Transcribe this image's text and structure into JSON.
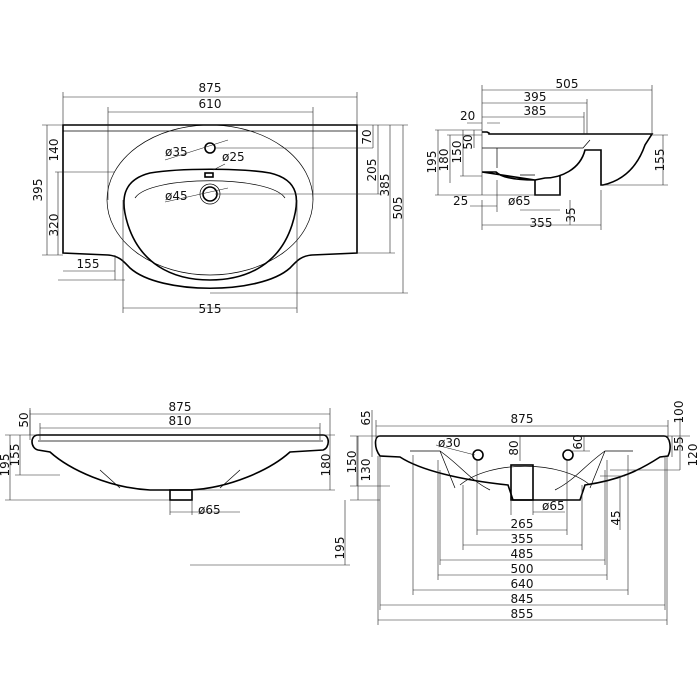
{
  "top_view": {
    "overall_width": "875",
    "bowl_width": "610",
    "bottom_width": "515",
    "side_offset": "155",
    "depth_back": "140",
    "depth_total_flat": "395",
    "depth_front": "320",
    "tap_offset": "70",
    "overflow_offset": "205",
    "depth_385": "385",
    "depth_505": "505",
    "tap_hole": "ø35",
    "overflow_hole": "ø25",
    "drain_hole": "ø45"
  },
  "side_view": {
    "d505": "505",
    "d395": "395",
    "d385": "385",
    "d20": "20",
    "d50": "50",
    "d195": "195",
    "d180": "180",
    "d150": "150",
    "d155": "155",
    "d25": "25",
    "drain": "ø65",
    "d35": "35",
    "d355": "355"
  },
  "front_view": {
    "d875": "875",
    "d810": "810",
    "d50": "50",
    "d195": "195",
    "d155": "155",
    "d180": "180",
    "drain": "ø65",
    "d195_low": "195"
  },
  "bottom_view": {
    "d875": "875",
    "d65": "65",
    "d100": "100",
    "d30": "ø30",
    "d80": "80",
    "d60": "60",
    "d55": "55",
    "d120": "120",
    "d150": "150",
    "d130": "130",
    "drain": "ø65",
    "d45": "45",
    "w265": "265",
    "w355": "355",
    "w485": "485",
    "w500": "500",
    "w640": "640",
    "w845": "845",
    "w855": "855"
  }
}
